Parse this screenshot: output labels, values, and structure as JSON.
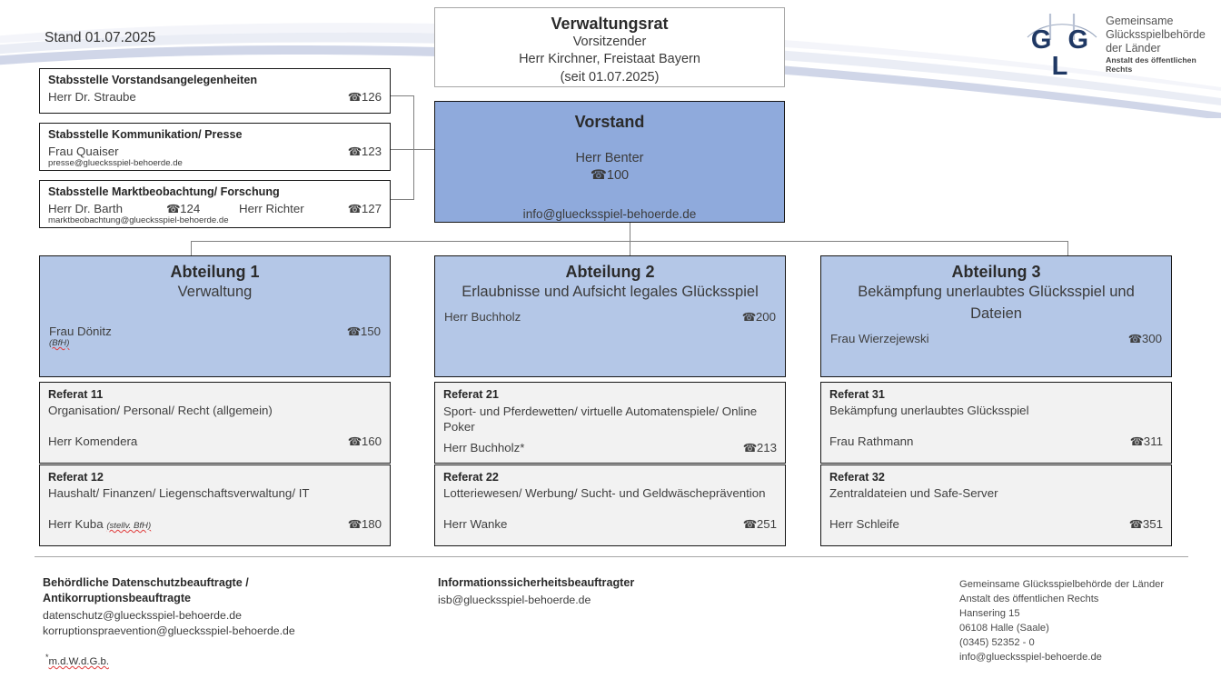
{
  "meta": {
    "stand_label": "Stand 01.07.2025"
  },
  "logo": {
    "letters": "G G L",
    "line1": "Gemeinsame",
    "line2": "Glücksspielbehörde",
    "line3": "der Länder",
    "line4": "Anstalt des öffentlichen Rechts"
  },
  "staff_units": [
    {
      "title": "Stabsstelle Vorstandsangelegenheiten",
      "person": "Herr Dr. Straube",
      "phone": "126",
      "email": ""
    },
    {
      "title": "Stabsstelle Kommunikation/ Presse",
      "person": "Frau Quaiser",
      "phone": "123",
      "email": "presse@gluecksspiel-behoerde.de"
    },
    {
      "title": "Stabsstelle Marktbeobachtung/ Forschung",
      "person": "Herr Dr. Barth",
      "phone": "124",
      "person2": "Herr Richter",
      "phone2": "127",
      "email": "marktbeobachtung@gluecksspiel-behoerde.de"
    }
  ],
  "verwaltungsrat": {
    "title": "Verwaltungsrat",
    "role": "Vorsitzender",
    "person": "Herr Kirchner, Freistaat Bayern",
    "since": "(seit 01.07.2025)"
  },
  "vorstand": {
    "title": "Vorstand",
    "person": "Herr Benter",
    "phone": "100",
    "email": "info@gluecksspiel-behoerde.de"
  },
  "departments": [
    {
      "title": "Abteilung 1",
      "subtitle": "Verwaltung",
      "person": "Frau Dönitz",
      "person_note": "(BfH)",
      "phone": "150",
      "units": [
        {
          "number": "Referat 11",
          "description": "Organisation/ Personal/ Recht (allgemein)",
          "person": "Herr Komendera",
          "person_note": "",
          "phone": "160"
        },
        {
          "number": "Referat 12",
          "description": "Haushalt/ Finanzen/ Liegenschaftsverwaltung/ IT",
          "person": "Herr Kuba",
          "person_note": "(stellv. BfH)",
          "phone": "180"
        }
      ]
    },
    {
      "title": "Abteilung 2",
      "subtitle": "Erlaubnisse und Aufsicht legales Glücksspiel",
      "person": "Herr Buchholz",
      "person_note": "",
      "phone": "200",
      "units": [
        {
          "number": "Referat 21",
          "description": "Sport- und Pferdewetten/ virtuelle Automatenspiele/ Online Poker",
          "person": "Herr Buchholz*",
          "person_note": "",
          "phone": "213"
        },
        {
          "number": "Referat 22",
          "description": "Lotteriewesen/ Werbung/ Sucht- und Geldwäscheprävention",
          "person": "Herr Wanke",
          "person_note": "",
          "phone": "251"
        }
      ]
    },
    {
      "title": "Abteilung 3",
      "subtitle": "Bekämpfung unerlaubtes Glücksspiel und Dateien",
      "person": "Frau Wierzejewski",
      "person_note": "",
      "phone": "300",
      "units": [
        {
          "number": "Referat 31",
          "description": "Bekämpfung unerlaubtes Glücksspiel",
          "person": "Frau Rathmann",
          "person_note": "",
          "phone": "311"
        },
        {
          "number": "Referat 32",
          "description": "Zentraldateien und Safe-Server",
          "person": "Herr Schleife",
          "person_note": "",
          "phone": "351"
        }
      ]
    }
  ],
  "footer": {
    "datenschutz": {
      "title_line1": "Behördliche Datenschutzbeauftragte /",
      "title_line2": "Antikorruptionsbeauftragte",
      "email1": "datenschutz@gluecksspiel-behoerde.de",
      "email2": "korruptionspraevention@gluecksspiel-behoerde.de"
    },
    "isb": {
      "title": "Informationssicherheitsbeauftragter",
      "email": "isb@gluecksspiel-behoerde.de"
    },
    "address": {
      "line1": "Gemeinsame Glücksspielbehörde der Länder",
      "line2": "Anstalt des öffentlichen Rechts",
      "line3": "Hansering 15",
      "line4": "06108 Halle (Saale)",
      "line5": "(0345) 52352 - 0",
      "line6": "info@gluecksspiel-behoerde.de"
    },
    "footnote_marker": "*",
    "footnote_text": "m.d.W.d.G.b."
  },
  "icons": {
    "phone_glyph": "☎"
  },
  "colors": {
    "blue_dark": "#8faadc",
    "blue_light": "#b4c7e7",
    "gray_fill": "#f2f2f2",
    "border_dark": "#161616",
    "border_light": "#a6a6a6",
    "logo_navy": "#1f3864"
  }
}
